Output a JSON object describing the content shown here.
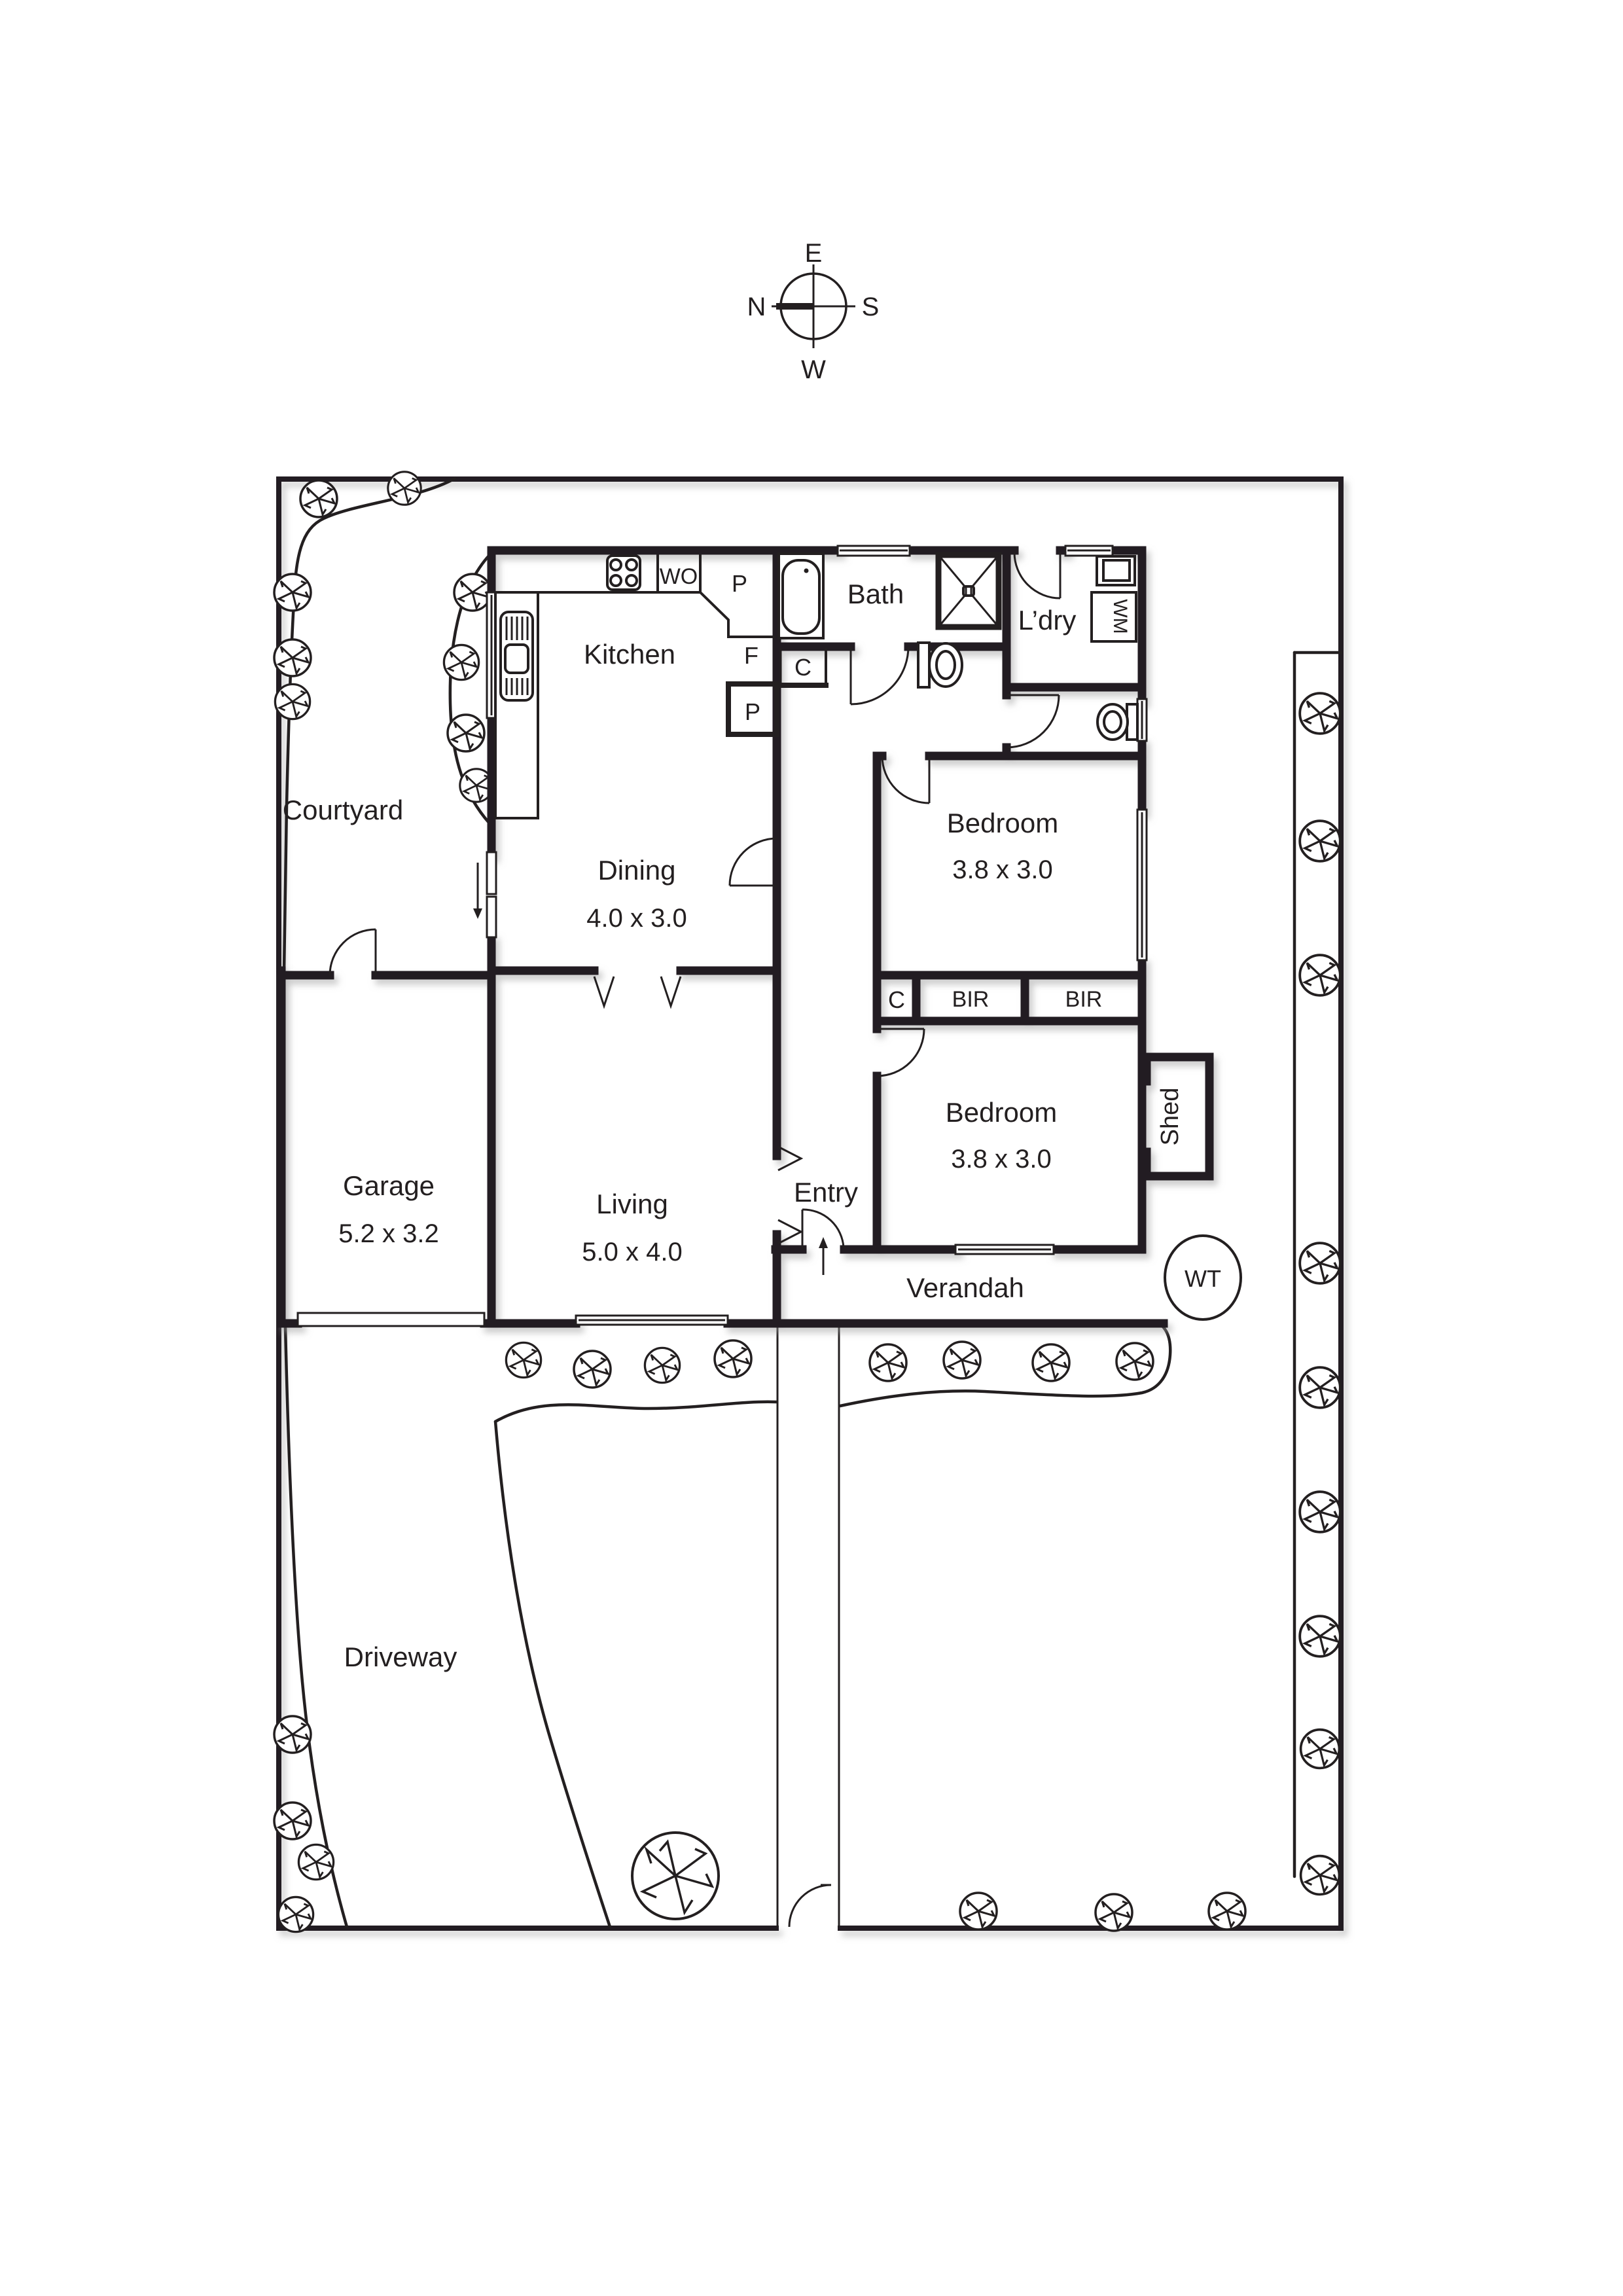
{
  "compass": {
    "up": "E",
    "left": "N",
    "right": "S",
    "down": "W"
  },
  "rooms": {
    "kitchen": {
      "label": "Kitchen"
    },
    "dining": {
      "label": "Dining",
      "dims": "4.0 x 3.0"
    },
    "living": {
      "label": "Living",
      "dims": "5.0 x 4.0"
    },
    "garage": {
      "label": "Garage",
      "dims": "5.2 x 3.2"
    },
    "bedroom1": {
      "label": "Bedroom",
      "dims": "3.8 x 3.0"
    },
    "bedroom2": {
      "label": "Bedroom",
      "dims": "3.8 x 3.0"
    },
    "bath": {
      "label": "Bath"
    },
    "laundry": {
      "label": "L’dry"
    },
    "entry": {
      "label": "Entry"
    },
    "verandah": {
      "label": "Verandah"
    },
    "courtyard": {
      "label": "Courtyard"
    },
    "driveway": {
      "label": "Driveway"
    },
    "shed": {
      "label": "Shed"
    },
    "water_tank": {
      "label": "WT"
    }
  },
  "fixtures": {
    "wall_oven": "WO",
    "pantry_upper": "P",
    "pantry_lower": "P",
    "fridge": "F",
    "hall_cupboard": "C",
    "robe_cupboard": "C",
    "built_in_robe_1": "BIR",
    "built_in_robe_2": "BIR",
    "washing_machine": "WM"
  },
  "icons": {
    "tree": "shrub-circle-pinwheel",
    "stove": "cooktop-4-burner",
    "bathtub": "tub-rounded",
    "shower": "square-x-rose",
    "toilet": "cistern-and-bowl",
    "sink": "bench-sink-drainer",
    "door": "quarter-arc-swing",
    "window": "double-line-strip",
    "compass": "circle-crosshair-bold-north"
  },
  "colors": {
    "ink": "#231f20",
    "background": "#ffffff",
    "shadow": "#9a9a9a"
  }
}
